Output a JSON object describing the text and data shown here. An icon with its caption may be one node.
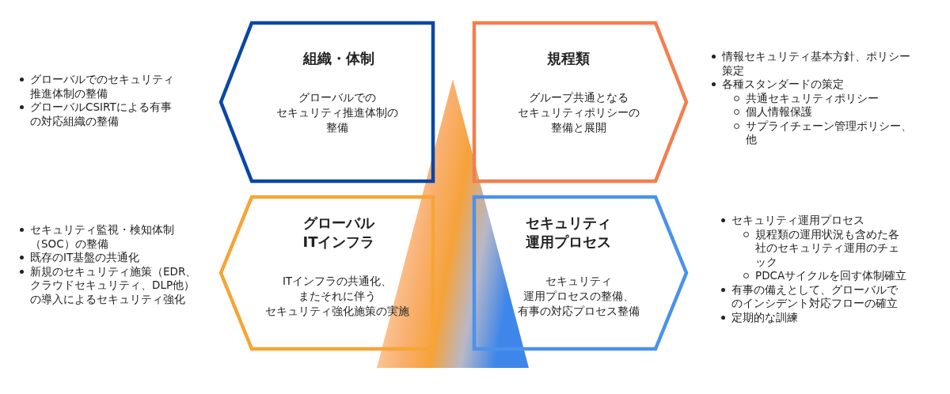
{
  "diagram": {
    "nodes": [
      {
        "text": [
          "組織・体制",
          "グローバルでのセキュリティ推進体制の整備"
        ]
      },
      {
        "text": [
          "規程類",
          "グループ共通となるセキュリティポリシーの整備と展開"
        ]
      },
      {
        "text": [
          "グローバルITインフラ",
          "ITインフラの共通化、またそれに伴うセキュリティ強化施策の実施"
        ]
      },
      {
        "text": [
          "セキュリティ運用プロセス",
          "セキュリティ運用プロセスの整備、有事の対応プロセス整備"
        ]
      }
    ],
    "labels": [
      "グローバルでのセキュリティ推進体制の整備",
      "グローバルCSIRTによる有事の対応組織の整備",
      "情報セキュリティ基本方針、ポリシー策定",
      "各種スタンダードの策定",
      "共通セキュリティポリシー",
      "個人情報保護",
      "サプライチェーン管理ポリシー、他",
      "セキュリティ監視・検知体制（SOC）の整備",
      "既存のIT基盤の共通化",
      "新規のセキュリティ施策（EDR、クラウドセキュリティ、DLP他）の導入によるセキュリティ強化",
      "セキュリティ運用プロセス",
      "規程類の運用状況も含めた各社のセキュリティ運用のチェック",
      "PDCAサイクルを回す体制確立",
      "有事の備えとして、グローバルでのインシデント対応フローの確立",
      "定期的な訓練"
    ]
  }
}
